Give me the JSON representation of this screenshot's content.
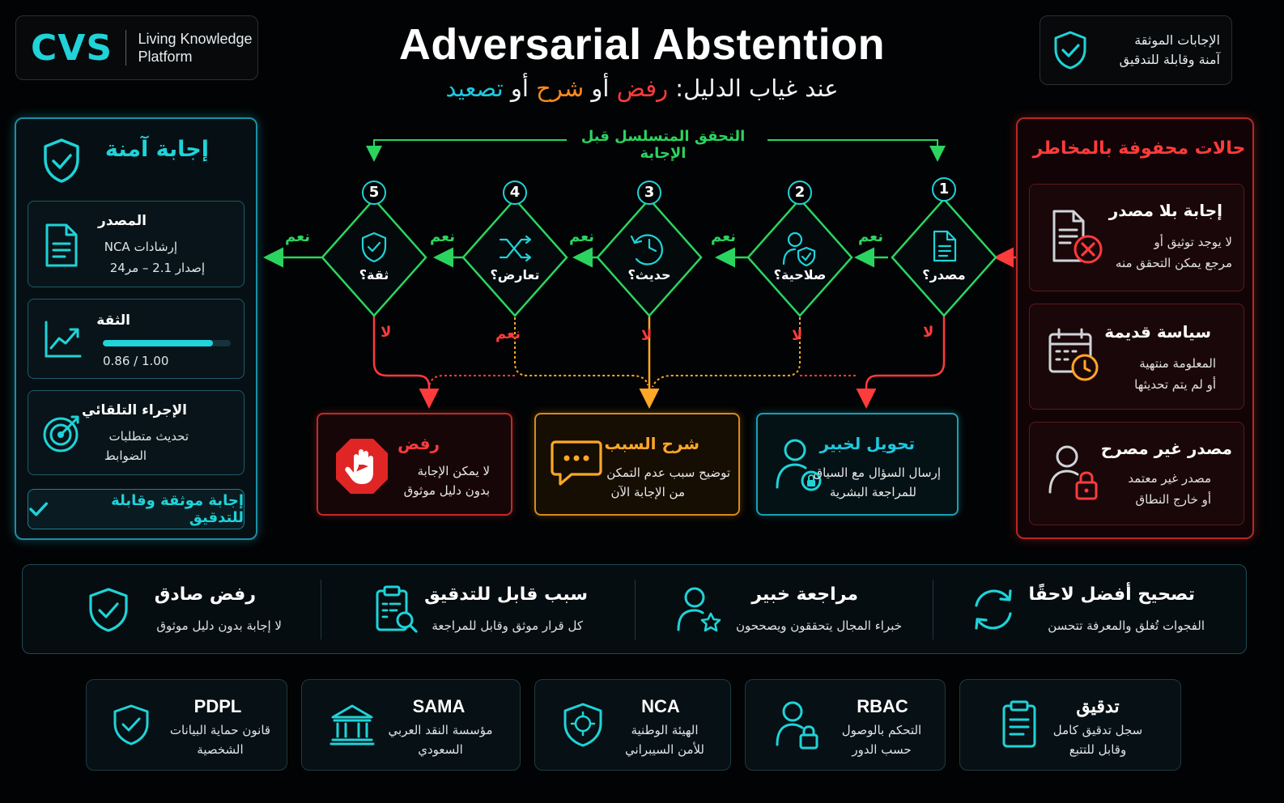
{
  "brand": {
    "logo": "CVS",
    "subtitle": "Living Knowledge Platform"
  },
  "header": {
    "title": "Adversarial Abstention",
    "subtitle_prefix": "عند غياب الدليل: ",
    "subtitle_refuse": "رفض",
    "subtitle_or1": " أو ",
    "subtitle_explain": "شرح",
    "subtitle_or2": " أو ",
    "subtitle_escalate": "تصعيد"
  },
  "top_badge": {
    "line1": "الإجابات الموثقة",
    "line2": "آمنة وقابلة للتدقيق",
    "icon": "shield-check-icon"
  },
  "left_panel": {
    "title": "إجابة آمنة",
    "source": {
      "title": "المصدر",
      "line1": "إرشادات NCA",
      "line2": "إصدار 2.1 – مر24"
    },
    "confidence": {
      "title": "الثقة",
      "value_text": "0.86 / 1.00",
      "value": 0.86
    },
    "action": {
      "title": "الإجراء التلقائي",
      "line1": "تحديث متطلبات",
      "line2": "الضوابط"
    },
    "verified": "إجابة موثقة وقابلة للتدقيق"
  },
  "right_panel": {
    "title": "حالات محفوفة بالمخاطر",
    "cases": [
      {
        "title": "إجابة بلا مصدر",
        "line1": "لا يوجد توثيق أو",
        "line2": "مرجع يمكن التحقق منه",
        "icon": "document-x-icon"
      },
      {
        "title": "سياسة قديمة",
        "line1": "المعلومة منتهية",
        "line2": "أو لم يتم تحديثها",
        "icon": "calendar-clock-icon"
      },
      {
        "title": "مصدر غير مصرح",
        "line1": "مصدر غير معتمد",
        "line2": "أو خارج النطاق",
        "icon": "user-lock-icon"
      }
    ]
  },
  "flow": {
    "chain_label": "التحقق المتسلسل قبل الإجابة",
    "yes_label": "نعم",
    "no_label": "لا",
    "steps": [
      {
        "num": "1",
        "label": "مصدر؟",
        "icon": "document-icon",
        "fail_label": "لا"
      },
      {
        "num": "2",
        "label": "صلاحية؟",
        "icon": "user-shield-icon",
        "fail_label": "لا"
      },
      {
        "num": "3",
        "label": "حديث؟",
        "icon": "clock-refresh-icon",
        "fail_label": "لا"
      },
      {
        "num": "4",
        "label": "تعارض؟",
        "icon": "shuffle-icon",
        "fail_label": "نعم"
      },
      {
        "num": "5",
        "label": "ثقة؟",
        "icon": "shield-check-icon",
        "fail_label": "لا"
      }
    ]
  },
  "outcomes": {
    "refuse": {
      "title": "رفض",
      "line1": "لا يمكن الإجابة",
      "line2": "بدون دليل موثوق",
      "color": "#ff3b3b"
    },
    "explain": {
      "title": "شرح السبب",
      "line1": "توضيح سبب عدم التمكن",
      "line2": "من الإجابة الآن",
      "color": "#ffa726"
    },
    "escalate": {
      "title": "تحويل لخبير",
      "line1": "إرسال السؤال مع السياق",
      "line2": "للمراجعة البشرية",
      "color": "#1fc8e0"
    }
  },
  "benefits": [
    {
      "title": "رفض صادق",
      "text": "لا إجابة بدون دليل موثوق",
      "icon": "shield-check-icon"
    },
    {
      "title": "سبب قابل للتدقيق",
      "text": "كل قرار موثق وقابل للمراجعة",
      "icon": "clipboard-search-icon"
    },
    {
      "title": "مراجعة خبير",
      "text": "خبراء المجال يتحققون ويصححون",
      "icon": "user-star-icon"
    },
    {
      "title": "تصحيح أفضل لاحقًا",
      "text": "الفجوات تُغلق والمعرفة تتحسن",
      "icon": "refresh-icon"
    }
  ],
  "compliance": [
    {
      "title": "PDPL",
      "line1": "قانون حماية البيانات",
      "line2": "الشخصية",
      "icon": "shield-check-icon"
    },
    {
      "title": "SAMA",
      "line1": "مؤسسة النقد العربي",
      "line2": "السعودي",
      "icon": "bank-icon"
    },
    {
      "title": "NCA",
      "line1": "الهيئة الوطنية",
      "line2": "للأمن السيبراني",
      "icon": "shield-emblem-icon"
    },
    {
      "title": "RBAC",
      "line1": "التحكم بالوصول",
      "line2": "حسب الدور",
      "icon": "user-lock-icon"
    },
    {
      "title": "تدقيق",
      "line1": "سجل تدقيق كامل",
      "line2": "وقابل للتتبع",
      "icon": "clipboard-icon"
    }
  ],
  "colors": {
    "accent": "#1fd3d8",
    "danger": "#ff3b3b",
    "warning": "#ffa726",
    "success": "#2bd45f"
  }
}
